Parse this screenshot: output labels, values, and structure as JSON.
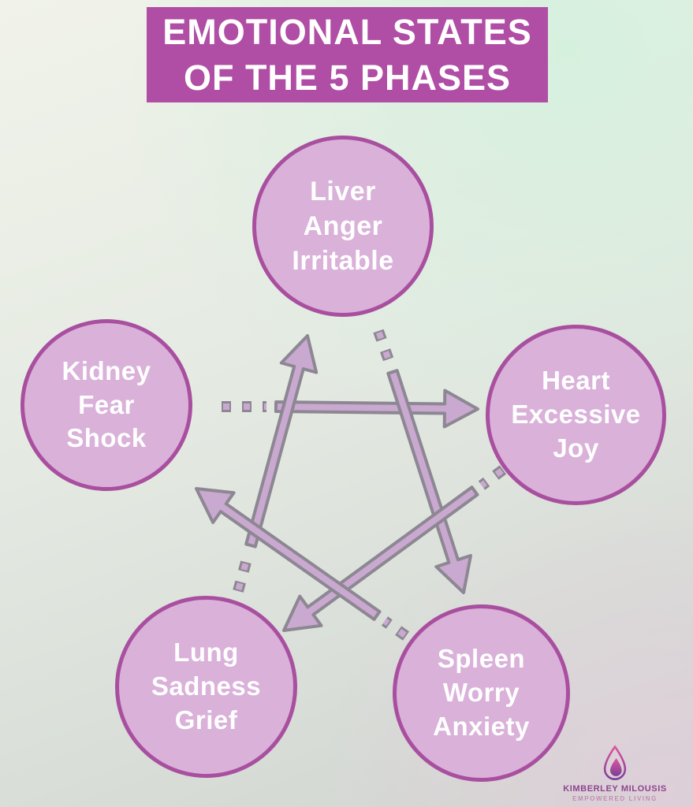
{
  "title": {
    "line1": "EMOTIONAL STATES",
    "line2": "OF THE 5 PHASES"
  },
  "phases": [
    {
      "id": "liver",
      "lines": [
        "Liver",
        "Anger",
        "Irritable"
      ]
    },
    {
      "id": "kidney",
      "lines": [
        "Kidney",
        "Fear",
        "Shock"
      ]
    },
    {
      "id": "heart",
      "lines": [
        "Heart",
        "Excessive",
        "Joy"
      ]
    },
    {
      "id": "lung",
      "lines": [
        "Lung",
        "Sadness",
        "Grief"
      ]
    },
    {
      "id": "spleen",
      "lines": [
        "Spleen",
        "Worry",
        "Anxiety"
      ]
    }
  ],
  "cycle_arrows": [
    {
      "from": "Kidney",
      "to": "Heart"
    },
    {
      "from": "Lung",
      "to": "Liver"
    },
    {
      "from": "Liver",
      "to": "Spleen"
    },
    {
      "from": "Heart",
      "to": "Lung"
    },
    {
      "from": "Spleen",
      "to": "Kidney"
    }
  ],
  "branding": {
    "name": "KIMBERLEY MILOUSIS",
    "tagline": "EMPOWERED LIVING"
  },
  "colors": {
    "banner_bg": "#b04da5",
    "circle_fill": "#d9b1d9",
    "circle_border": "#a94f9f",
    "arrow_fill": "#c9a9cf",
    "arrow_outline": "#8d8793",
    "text_on_accent": "#ffffff",
    "brand_name": "#8d4490",
    "brand_tagline": "#bd8fae",
    "logo_gradient_top": "#e0559f",
    "logo_gradient_bottom": "#7b3f98"
  }
}
